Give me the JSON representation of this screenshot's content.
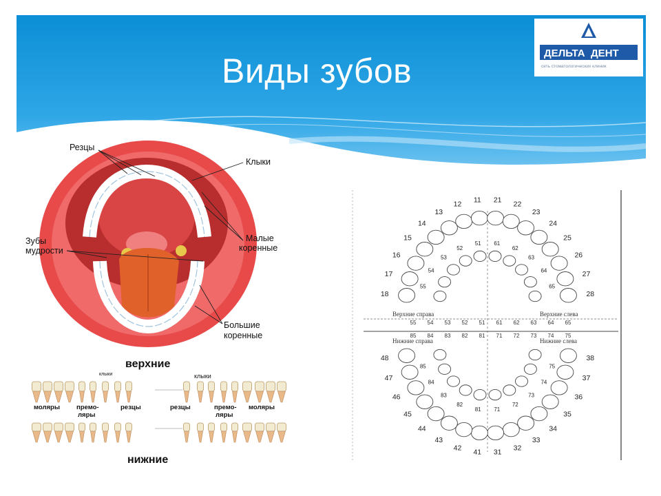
{
  "slide": {
    "title": "Виды зубов"
  },
  "logo": {
    "brand_left": "ДЕЛЬТА",
    "brand_right": "ДЕНТ",
    "tagline": "сеть стоматологических клиник"
  },
  "mouth_labels": {
    "incisors": "Резцы",
    "canines": "Клыки",
    "wisdom_1": "Зубы",
    "wisdom_2": "мудрости",
    "premolars_1": "Малые",
    "premolars_2": "коренные",
    "molars_1": "Большие",
    "molars_2": "коренные"
  },
  "teeth_row": {
    "upper": "верхние",
    "lower": "нижние",
    "canines_left": "клыки",
    "canines_right": "клыки",
    "molars_left": "моляры",
    "premolars_left_1": "премо-",
    "premolars_left_2": "ляры",
    "incisors_left": "резцы",
    "incisors_right": "резцы",
    "premolars_right_1": "премо-",
    "premolars_right_2": "ляры",
    "molars_right": "моляры"
  },
  "dental_chart": {
    "upper_right_perm": [
      "11",
      "12",
      "13",
      "14",
      "15",
      "16",
      "17",
      "18"
    ],
    "upper_left_perm": [
      "21",
      "22",
      "23",
      "24",
      "25",
      "26",
      "27",
      "28"
    ],
    "lower_left_perm": [
      "31",
      "32",
      "33",
      "34",
      "35",
      "36",
      "37",
      "38"
    ],
    "lower_right_perm": [
      "41",
      "42",
      "43",
      "44",
      "45",
      "46",
      "47",
      "48"
    ],
    "upper_right_milk": [
      "51",
      "52",
      "53",
      "54",
      "55"
    ],
    "upper_left_milk": [
      "61",
      "62",
      "63",
      "64",
      "65"
    ],
    "lower_left_milk": [
      "71",
      "72",
      "73",
      "74",
      "75"
    ],
    "lower_right_milk": [
      "81",
      "82",
      "83",
      "84",
      "85"
    ],
    "label_upper_right": "Верхние справа",
    "label_upper_left": "Верхние слева",
    "label_lower_right": "Нижние справа",
    "label_lower_left": "Нижние слева",
    "row_upper": [
      "55",
      "54",
      "53",
      "52",
      "51",
      "61",
      "62",
      "63",
      "64",
      "65"
    ],
    "row_lower": [
      "85",
      "84",
      "83",
      "82",
      "81",
      "71",
      "72",
      "73",
      "74",
      "75"
    ]
  }
}
